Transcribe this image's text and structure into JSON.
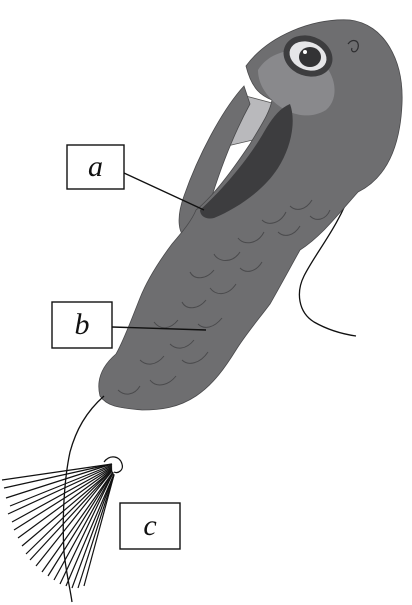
{
  "labels": {
    "a": "a",
    "b": "b",
    "c": "c"
  },
  "colors": {
    "head_fill": "#6e6e70",
    "head_highlight": "#8c8c8f",
    "wattle_dark": "#3d3d3f",
    "beak": "#b9b9bc",
    "eye_ring": "#e6e6e8",
    "line": "#111111"
  }
}
